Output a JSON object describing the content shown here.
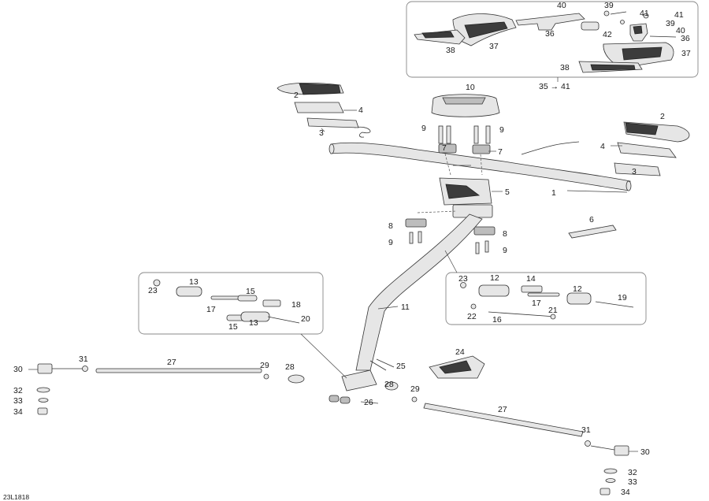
{
  "diagram_code": "23L1818",
  "kit_range_label": "35 → 41",
  "callouts": {
    "c1": "1",
    "c2": "2",
    "c3": "3",
    "c4": "4",
    "c5": "5",
    "c6": "6",
    "c7": "7",
    "c8": "8",
    "c9": "9",
    "c10": "10",
    "c11": "11",
    "c12": "12",
    "c13": "13",
    "c14": "14",
    "c15": "15",
    "c16": "16",
    "c17": "17",
    "c18": "18",
    "c19": "19",
    "c20": "20",
    "c21": "21",
    "c22": "22",
    "c23": "23",
    "c24": "24",
    "c25": "25",
    "c26": "26",
    "c27": "27",
    "c28": "28",
    "c29": "29",
    "c30": "30",
    "c31": "31",
    "c32": "32",
    "c33": "33",
    "c34": "34",
    "c36": "36",
    "c37": "37",
    "c38": "38",
    "c39": "39",
    "c40": "40",
    "c41": "41",
    "c42": "42"
  }
}
